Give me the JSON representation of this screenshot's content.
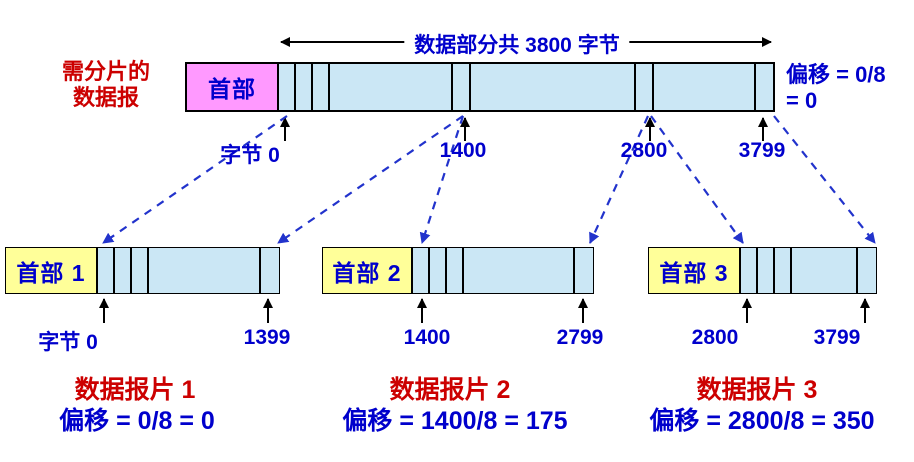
{
  "colors": {
    "label_red": "#cc0000",
    "label_blue": "#0000cc",
    "header_pink": "#ff99ff",
    "header_yellow": "#ffff99",
    "data_lightblue": "#cbe7f5",
    "dash_blue": "#2233cc"
  },
  "original_datagram": {
    "side_label_line1": "需分片的",
    "side_label_line2": "数据报",
    "data_span_label": "数据部分共 3800 字节",
    "header_label": "首部",
    "offset_line1": "偏移 = 0/8",
    "offset_line2": "= 0",
    "byte_marks": [
      "字节 0",
      "1400",
      "2800",
      "3799"
    ]
  },
  "fragments": [
    {
      "header_label": "首部 1",
      "start_mark": "字节 0",
      "end_mark": "1399",
      "title": "数据报片 1",
      "offset": "偏移 = 0/8 = 0"
    },
    {
      "header_label": "首部 2",
      "start_mark": "1400",
      "end_mark": "2799",
      "title": "数据报片 2",
      "offset": "偏移 = 1400/8 = 175"
    },
    {
      "header_label": "首部 3",
      "start_mark": "2800",
      "end_mark": "3799",
      "title": "数据报片 3",
      "offset": "偏移 = 2800/8 = 350"
    }
  ]
}
